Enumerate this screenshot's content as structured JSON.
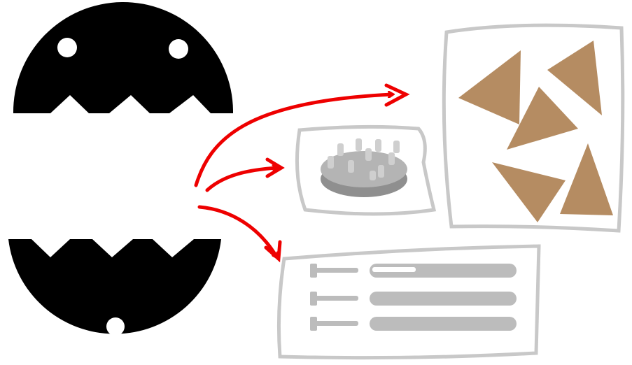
{
  "colors": {
    "background": "#ffffff",
    "jaw": "#000000",
    "eye": "#ffffff",
    "arrow": "#ee0000",
    "panel_border": "#c8c8c8",
    "triangle": "#b58c62",
    "cake_top": "#b4b4b4",
    "cake_side": "#8f8f8f",
    "bar": "#bcbcbc"
  },
  "icons": {
    "upper_jaw": "upper-jaw-with-eyes",
    "lower_jaw": "lower-jaw-with-eye",
    "spiked_disc": "spiked-disc-icon",
    "triangle_pieces": "triangle-pieces",
    "list_rows": "list-row-icons"
  }
}
